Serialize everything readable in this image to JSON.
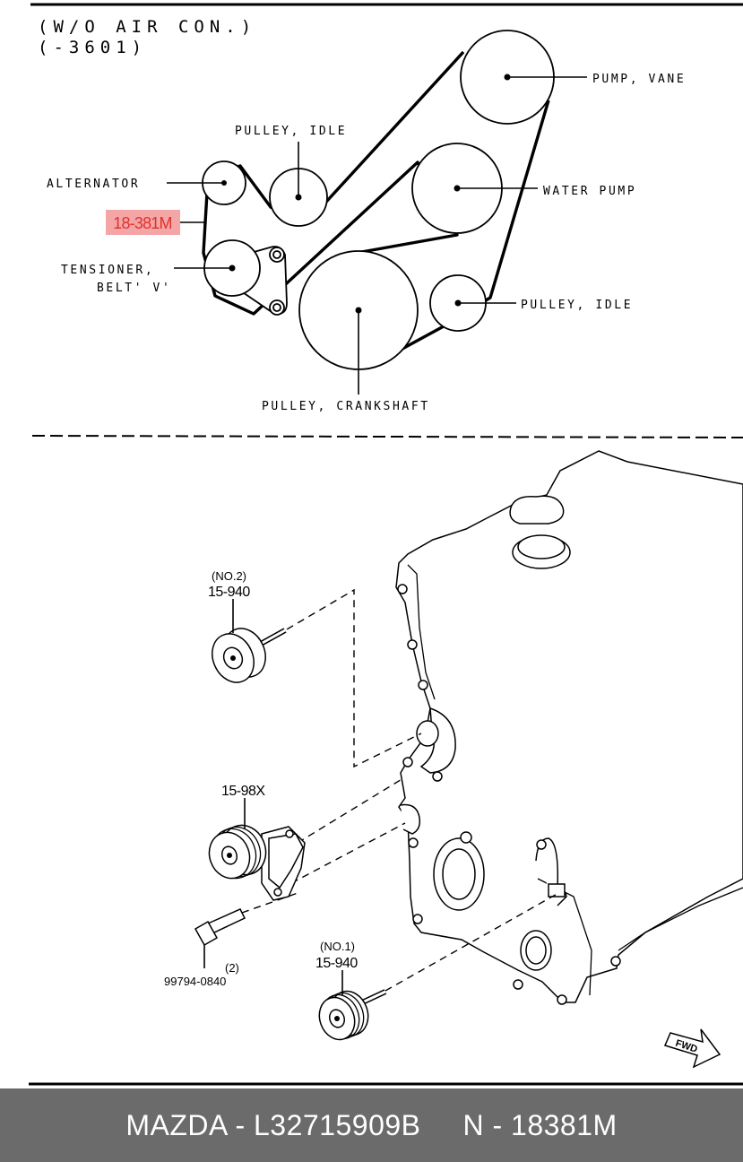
{
  "belt_diagram": {
    "header_line1": "(W/O AIR CON.)",
    "header_line2": "(-3601)",
    "labels": {
      "pump_vane": "PUMP, VANE",
      "pulley_idle_top": "PULLEY, IDLE",
      "alternator": "ALTERNATOR",
      "water_pump": "WATER PUMP",
      "tensioner_line1": "TENSIONER,",
      "tensioner_line2": "BELT' V'",
      "pulley_idle_right": "PULLEY, IDLE",
      "pulley_crankshaft": "PULLEY, CRANKSHAFT"
    },
    "highlight": {
      "label": "18-381M",
      "color": "#f4a6a6",
      "text_color": "#e03030"
    }
  },
  "exploded_view": {
    "idler_no2": {
      "qualifier": "(NO.2)",
      "part_number": "15-940"
    },
    "tensioner": {
      "part_number": "15-98X"
    },
    "bolt": {
      "quantity": "(2)",
      "part_number": "99794-0840"
    },
    "idler_no1": {
      "qualifier": "(NO.1)",
      "part_number": "15-940"
    },
    "fwd_arrow": "FWD"
  },
  "footer": {
    "text": "MAZDA - L32715909B     N - 18381M",
    "background": "#6b6b6b",
    "text_color": "#ffffff"
  }
}
